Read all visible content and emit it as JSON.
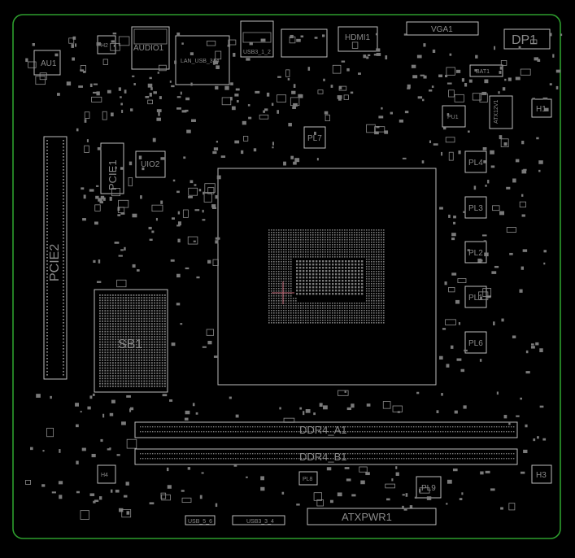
{
  "colors": {
    "background": "#000000",
    "board_edge": "#2e9e2e",
    "silkscreen": "#bdbdbd",
    "label": "#8a8a8a",
    "pad": "#7a7a7a",
    "marker": "#c86a7a"
  },
  "labels": {
    "au1": "AU1",
    "h2": "H2",
    "audio1": "AUDIO1",
    "lan_usb": "LAN_USB_3_4",
    "usb_top": "USB3_1_2",
    "hdmi1": "HDMI1",
    "vga1": "VGA1",
    "dp1": "DP1",
    "bat1": "BAT1",
    "h1": "H1",
    "pcie1": "PCIE1",
    "uio2": "UIO2",
    "pl7": "PL7",
    "pu1": "PU1",
    "atx12v1": "ATX12V1",
    "pl4": "PL4",
    "pl3": "PL3",
    "pl2": "PL2",
    "pl1": "PL1",
    "pl6": "PL6",
    "pcie2": "PCIE2",
    "sb1": "SB1",
    "ddr4_a1": "DDR4_A1",
    "ddr4_b1": "DDR4_B1",
    "h4": "H4",
    "h3": "H3",
    "pl8": "PL8",
    "pl9": "PL9",
    "usb_5_6": "USB_5_6",
    "usb_7_8": "USB3_3_4",
    "atxpwr1": "ATXPWR1"
  }
}
